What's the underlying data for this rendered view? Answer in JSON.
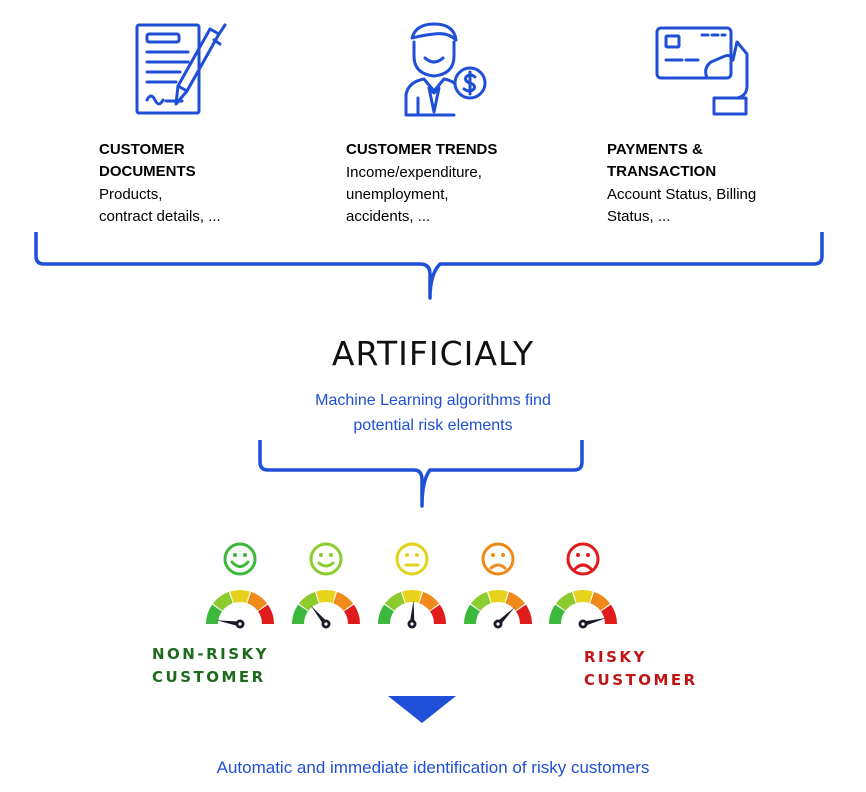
{
  "columns": [
    {
      "title_lines": [
        "CUSTOMER",
        "DOCUMENTS"
      ],
      "desc_lines": [
        "Products,",
        "contract details, ..."
      ],
      "icon": "contract-document-pen-icon"
    },
    {
      "title_lines": [
        "CUSTOMER TRENDS"
      ],
      "desc_lines": [
        "Income/expenditure,",
        "unemployment,",
        "accidents, ..."
      ],
      "icon": "businessman-dollar-icon"
    },
    {
      "title_lines": [
        "PAYMENTS &",
        "TRANSACTION"
      ],
      "desc_lines": [
        "Account Status, Billing",
        "Status, ..."
      ],
      "icon": "hand-credit-card-icon"
    }
  ],
  "center": {
    "title": "ARTIFICIALY",
    "subtitle_lines": [
      "Machine Learning algorithms find",
      "potential risk elements"
    ]
  },
  "scale": {
    "levels": [
      {
        "mood": "very-happy",
        "color": "#3cb83c",
        "needle_level": 0.05
      },
      {
        "mood": "happy",
        "color": "#8ccc2e",
        "needle_level": 0.28
      },
      {
        "mood": "neutral",
        "color": "#e3d21a",
        "needle_level": 0.52
      },
      {
        "mood": "sad",
        "color": "#ee8a1a",
        "needle_level": 0.75
      },
      {
        "mood": "very-sad",
        "color": "#e01b1b",
        "needle_level": 0.92
      }
    ],
    "left_label_lines": [
      "NON-RISKY",
      "CUSTOMER"
    ],
    "right_label_lines": [
      "RISKY",
      "CUSTOMER"
    ]
  },
  "footer": "Automatic and immediate identification of risky customers",
  "colors": {
    "accent": "#1f4fd6",
    "non_risky": "#1e6b1e",
    "risky": "#c21414"
  }
}
